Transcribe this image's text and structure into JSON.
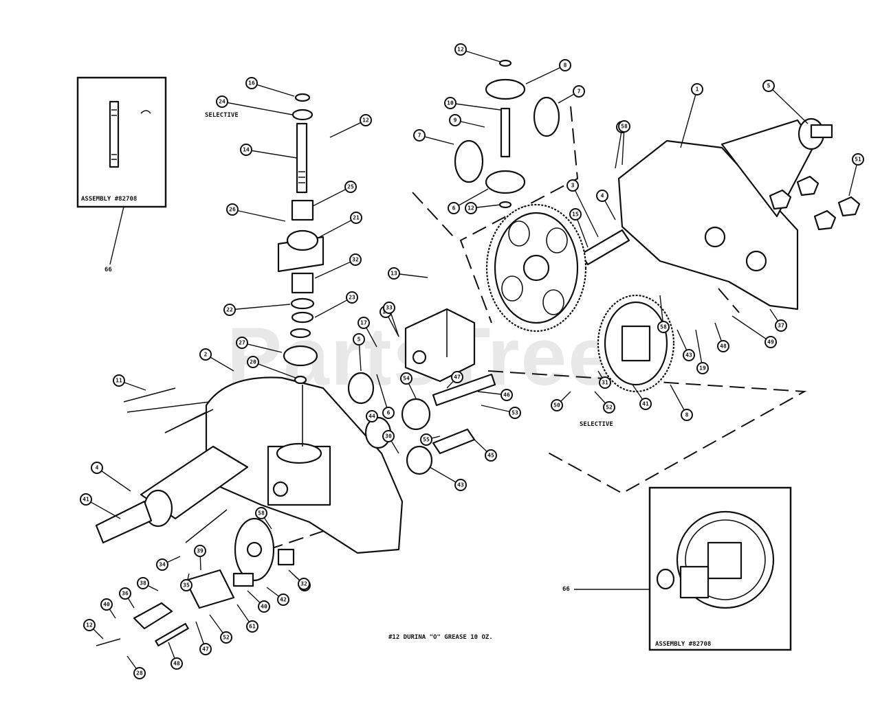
{
  "watermark": "PartsTree",
  "notes": {
    "selective_upper": "SELECTIVE",
    "selective_lower": "SELECTIVE",
    "grease": "#12 DURINA \"O\" GREASE 10 OZ."
  },
  "inset_left": {
    "caption": "ASSEMBLY #82708",
    "callout": "66"
  },
  "inset_right": {
    "caption": "ASSEMBLY #82708",
    "callout": "66"
  },
  "callouts": [
    "12",
    "8",
    "10",
    "7",
    "9",
    "7",
    "6",
    "12",
    "1",
    "5",
    "58",
    "51",
    "16",
    "24",
    "12",
    "14",
    "25",
    "26",
    "21",
    "32",
    "13",
    "18",
    "17",
    "3",
    "15",
    "4",
    "2",
    "22",
    "23",
    "27",
    "20",
    "11",
    "5",
    "33",
    "6",
    "54",
    "44",
    "46",
    "53",
    "55",
    "47",
    "45",
    "43",
    "30",
    "31",
    "41",
    "43",
    "19",
    "48",
    "49",
    "50",
    "52",
    "8",
    "4",
    "41",
    "58",
    "58",
    "37",
    "34",
    "35",
    "38",
    "39",
    "40",
    "42",
    "60",
    "58",
    "36",
    "40",
    "12",
    "28",
    "48",
    "47",
    "52",
    "61",
    "32"
  ]
}
